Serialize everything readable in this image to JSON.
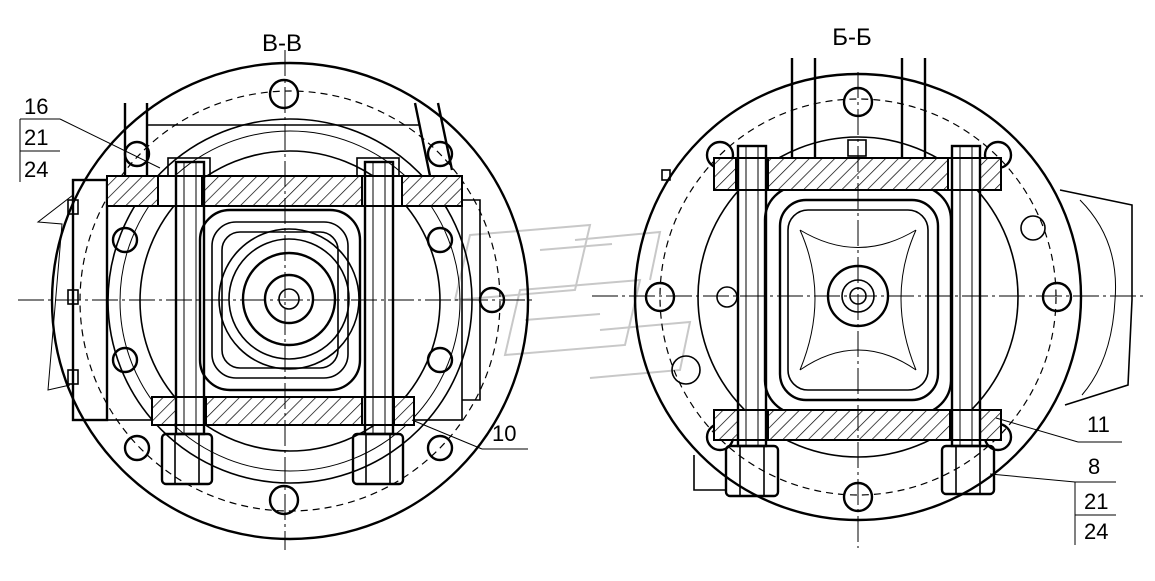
{
  "sections": {
    "left": {
      "title": "В-В",
      "callouts": [
        {
          "id": "16-21-24",
          "lines": [
            "16",
            "21",
            "24"
          ]
        },
        {
          "id": "10",
          "lines": [
            "10"
          ]
        }
      ]
    },
    "right": {
      "title": "Б-Б",
      "callouts": [
        {
          "id": "11",
          "lines": [
            "11"
          ]
        },
        {
          "id": "8-21-24",
          "lines": [
            "8",
            "21",
            "24"
          ]
        }
      ]
    }
  }
}
